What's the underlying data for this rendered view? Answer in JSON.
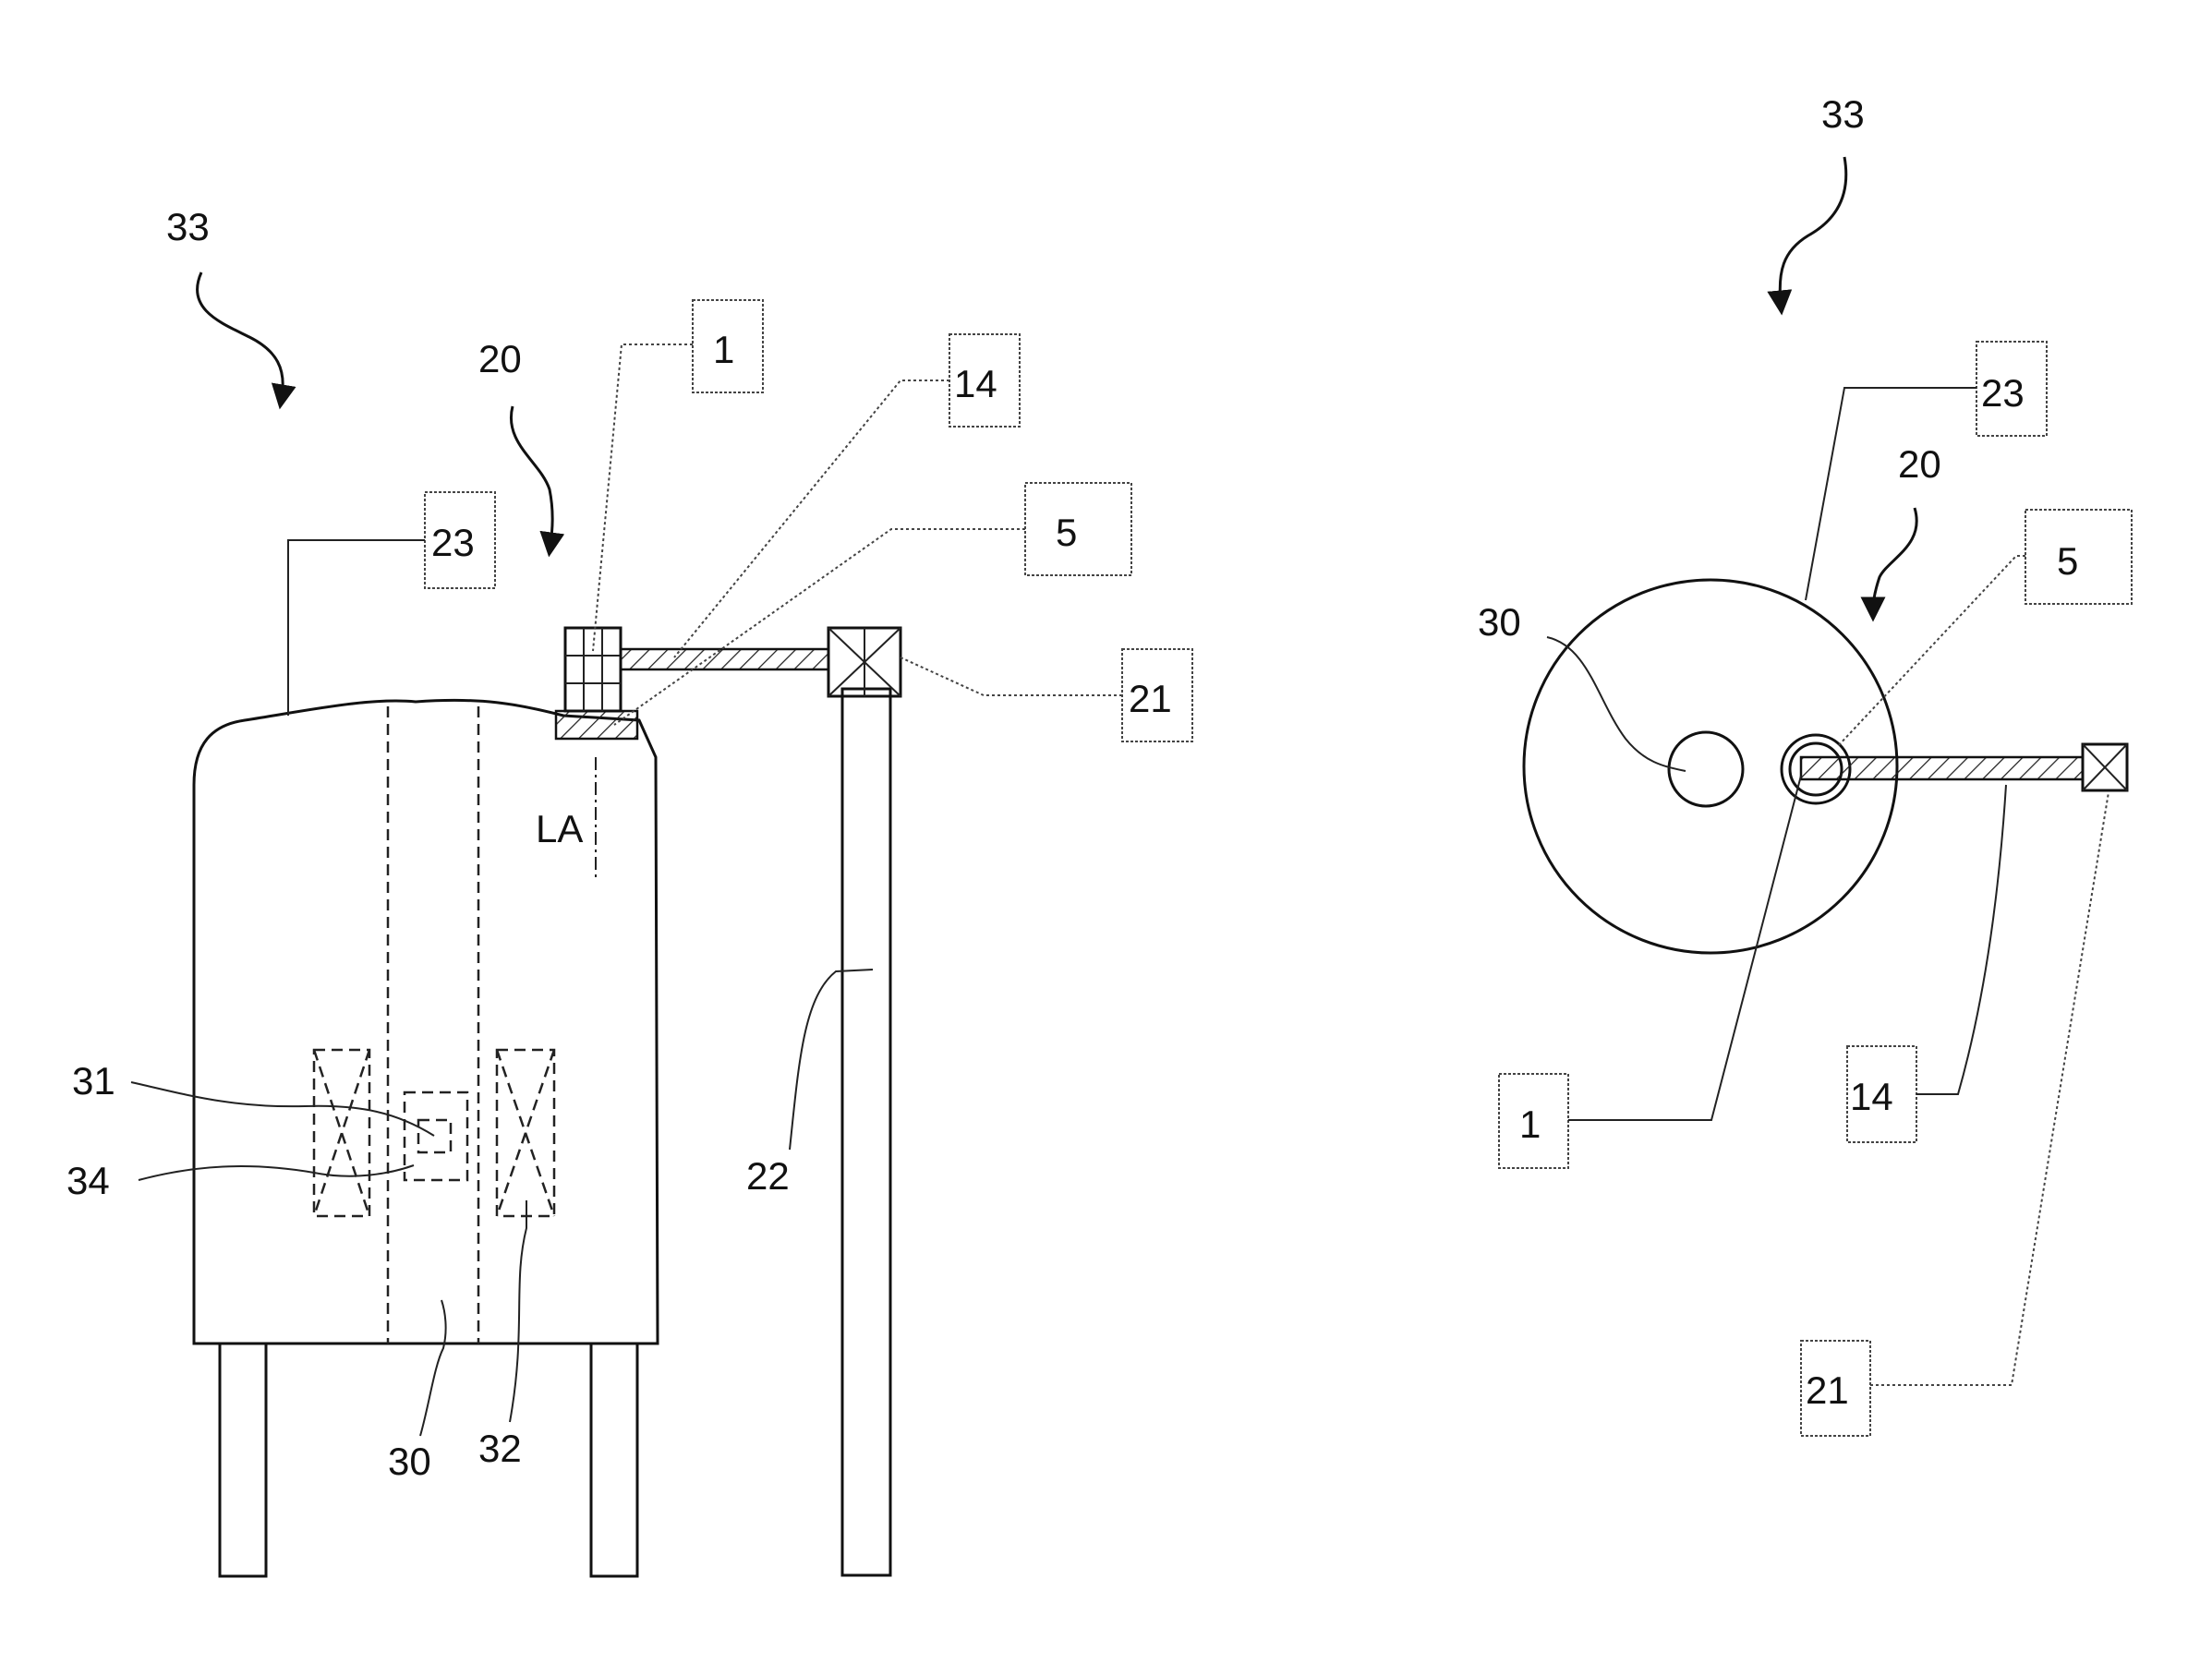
{
  "left_view": {
    "ref_33": "33",
    "ref_20": "20",
    "ref_23": "23",
    "ref_1": "1",
    "ref_14": "14",
    "ref_5": "5",
    "ref_21": "21",
    "ref_la": "LA",
    "ref_22": "22",
    "ref_31": "31",
    "ref_34": "34",
    "ref_30": "30",
    "ref_32": "32"
  },
  "right_view": {
    "ref_33": "33",
    "ref_23": "23",
    "ref_20": "20",
    "ref_30": "30",
    "ref_5": "5",
    "ref_1": "1",
    "ref_14": "14",
    "ref_21": "21"
  }
}
